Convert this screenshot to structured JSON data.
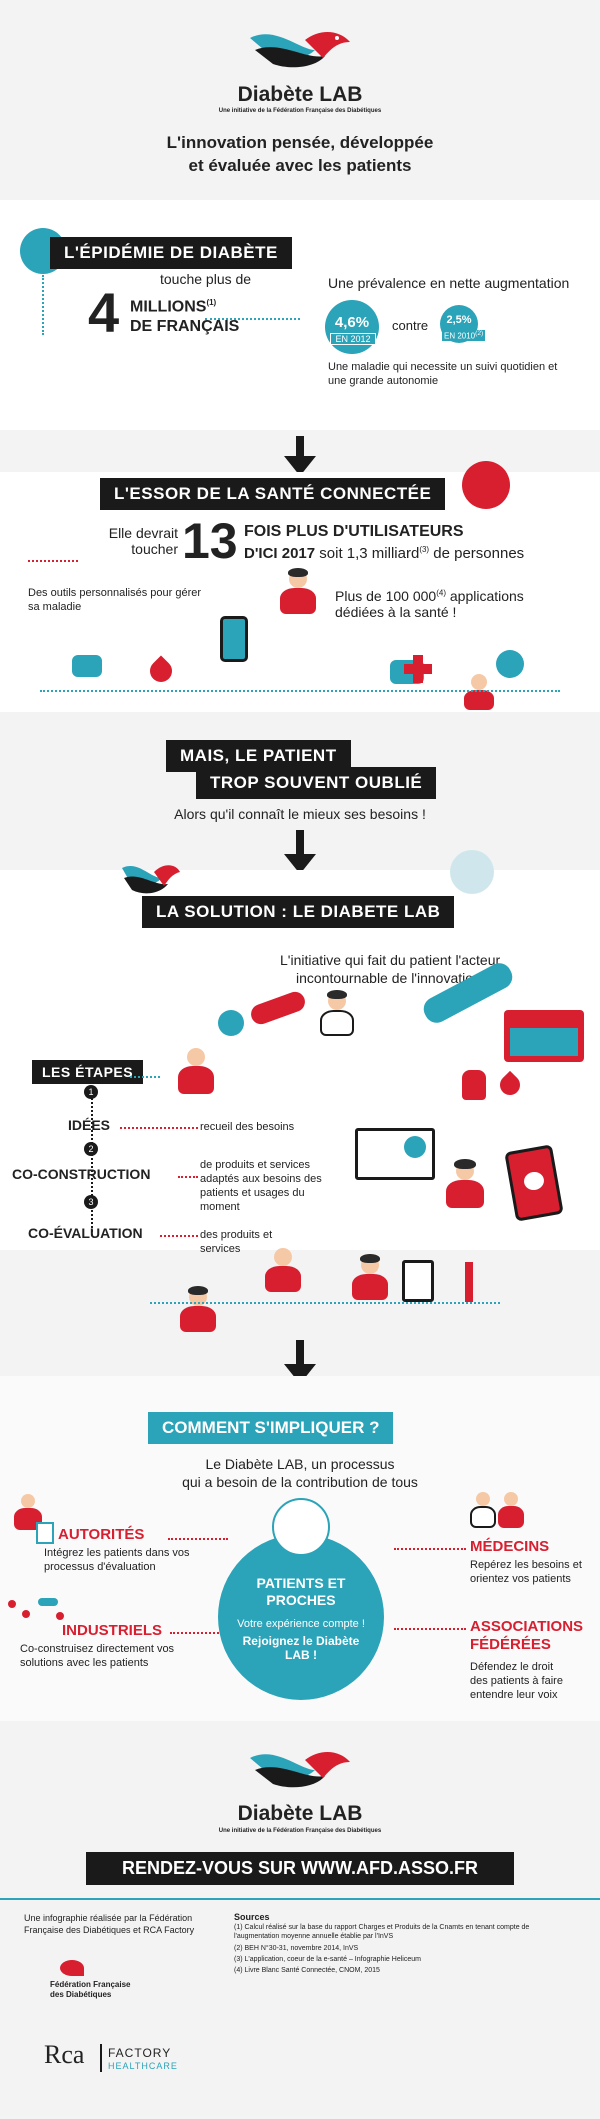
{
  "header": {
    "logo_name": "Diabète LAB",
    "logo_sub": "Une initiative de la Fédération Française des Diabétiques",
    "tagline_1": "L'innovation pensée, développée",
    "tagline_2": "et évaluée avec les patients"
  },
  "epidemie": {
    "title": "L'ÉPIDÉMIE DE DIABÈTE",
    "touche": "touche plus de",
    "big_num": "4",
    "millions": "MILLIONS",
    "millions_sup": "(1)",
    "francais": "DE FRANÇAIS",
    "prevalence": "Une prévalence en nette augmentation",
    "pct_2012": "4,6%",
    "year_2012": "EN 2012",
    "contre": "contre",
    "pct_2010": "2,5%",
    "year_2010": "EN 2010",
    "year_2010_sup": "(2)",
    "maladie": "Une maladie qui necessite un suivi quotidien et une grande autonomie"
  },
  "essor": {
    "title": "L'ESSOR DE LA SANTÉ CONNECTÉE",
    "devrait": "Elle devrait toucher",
    "big_num": "13",
    "fois_1": "FOIS PLUS D'UTILISATEURS",
    "fois_2": "D'ICI 2017",
    "soit": " soit 1,3 milliard",
    "soit_sup": "(3)",
    "personnes": " de personnes",
    "outils": "Des outils personnalisés pour gérer sa maladie",
    "plus_de": "Plus de 100 000",
    "plus_de_sup": "(4)",
    "applications": " applications dédiées à la santé !"
  },
  "mais": {
    "line_1": "MAIS, LE PATIENT",
    "line_2": "TROP SOUVENT OUBLIÉ",
    "sub": "Alors qu'il connaît le mieux ses besoins !"
  },
  "solution": {
    "title": "LA SOLUTION : LE DIABETE LAB",
    "sub_1": "L'initiative qui fait du patient l'acteur",
    "sub_2": "incontournable de l'innovation",
    "etapes": "LES ÉTAPES",
    "steps": [
      {
        "n": "1",
        "name": "IDÉES",
        "desc": "recueil des besoins"
      },
      {
        "n": "2",
        "name": "CO-CONSTRUCTION",
        "desc": "de produits et services adaptés aux besoins des patients et usages du moment"
      },
      {
        "n": "3",
        "name": "CO-ÉVALUATION",
        "desc": "des produits et services"
      }
    ]
  },
  "impliquer": {
    "title": "COMMENT S'IMPLIQUER ?",
    "sub_1": "Le Diabète LAB, un processus",
    "sub_2": "qui a besoin de la contribution de tous",
    "autorites_title": "AUTORITÉS",
    "autorites_text": "Intégrez les patients dans vos processus d'évaluation",
    "industriels_title": "INDUSTRIELS",
    "industriels_text": "Co-construisez directement vos solutions avec les patients",
    "patients_title": "PATIENTS ET PROCHES",
    "patients_text_1": "Votre expérience compte !",
    "patients_text_2": "Rejoignez le Diabète LAB !",
    "medecins_title": "MÉDECINS",
    "medecins_text": "Repérez les besoins et orientez vos patients",
    "assoc_title": "ASSOCIATIONS FÉDÉRÉES",
    "assoc_text": "Défendez le droit des patients à faire entendre leur voix"
  },
  "footer": {
    "logo_name": "Diabète LAB",
    "logo_sub": "Une initiative de la Fédération Française des Diabétiques",
    "cta": "RENDEZ-VOUS SUR WWW.AFD.ASSO.FR",
    "credit": "Une infographie réalisée par la Fédération Française des Diabétiques et RCA Factory",
    "sources_title": "Sources",
    "sources": [
      "(1) Calcul réalisé sur la base du rapport Charges et Produits de la Cnamts en tenant compte de l'augmentation moyenne annuelle établie par l'InVS",
      "(2) BEH N°30-31, novembre 2014, InVS",
      "(3) L'application, coeur de la e-santé – Infographie Heliceum",
      "(4) Livre Blanc Santé Connectée, CNOM, 2015"
    ],
    "ffd_1": "Fédération Française",
    "ffd_2": "des Diabétiques",
    "rca": "Rca",
    "factory": "FACTORY",
    "healthcare": "HEALTHCARE"
  },
  "colors": {
    "red": "#d71f30",
    "teal": "#2ba3b8",
    "black": "#1a1a1a"
  }
}
